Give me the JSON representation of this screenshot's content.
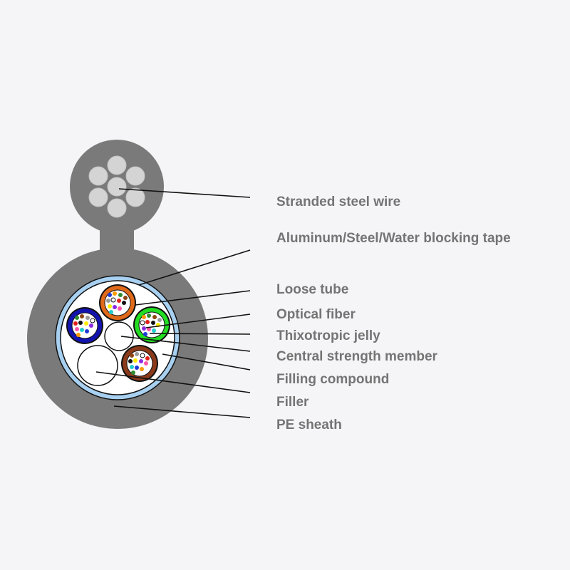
{
  "labels": {
    "stranded_steel_wire": "Stranded steel wire",
    "tape": "Aluminum/Steel/Water blocking tape",
    "loose_tube": "Loose tube",
    "optical_fiber": "Optical fiber",
    "thixotropic_jelly": "Thixotropic jelly",
    "central_strength_member": "Central strength member",
    "filling_compound": "Filling compound",
    "filler": "Filler",
    "pe_sheath": "PE sheath"
  },
  "colors": {
    "background": "#f5f5f7",
    "sheath": "#7a7a7a",
    "messenger": "#7a7a7a",
    "steel_wire": "#d4d4d4",
    "tape": "#a8d0f0",
    "core": "#ffffff",
    "label_text": "#747474",
    "leader_line": "#111111",
    "tube_orange": "#e06a1a",
    "tube_green": "#22dd22",
    "tube_blue": "#1313b0",
    "tube_brown": "#8b3a1a",
    "fiber_colors": [
      "#1e3bd6",
      "#ff9a00",
      "#2e8b2e",
      "#8b4513",
      "#9a9a9a",
      "#ffffff",
      "#e0201a",
      "#111111",
      "#ffee00",
      "#8a2be2",
      "#ff55aa",
      "#22cccc"
    ]
  }
}
